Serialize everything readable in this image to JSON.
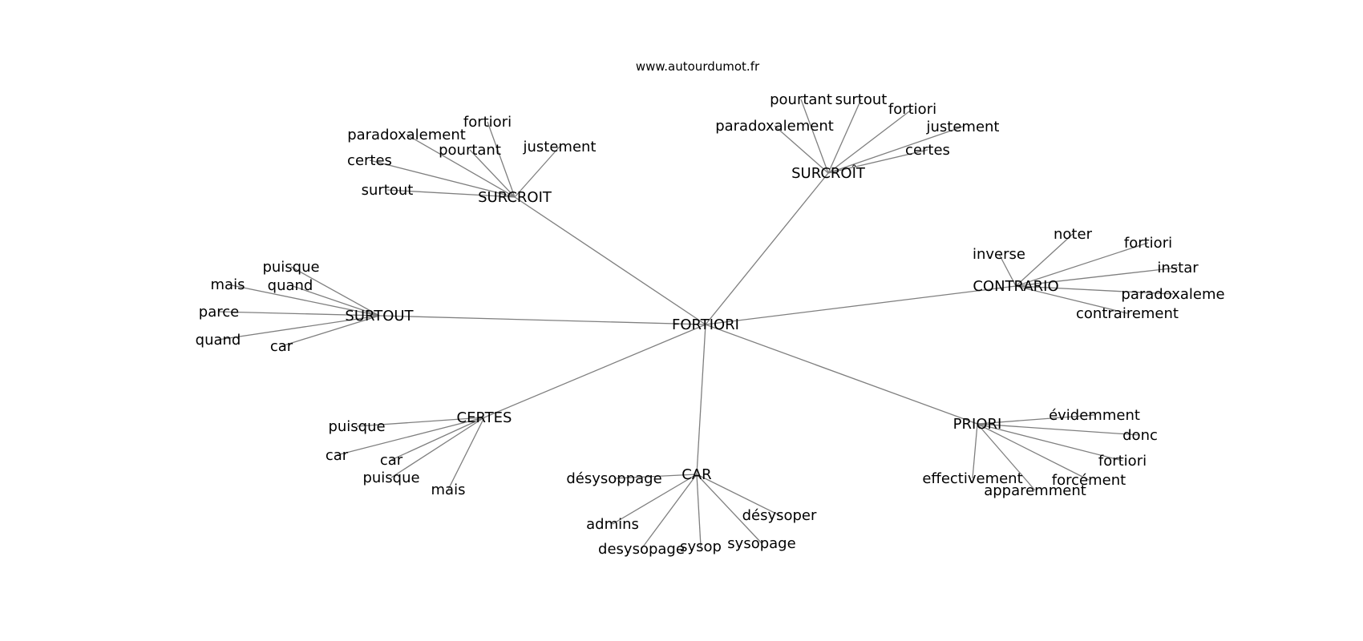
{
  "site": "www.autourdumot.fr",
  "edge_color": "#7f7f7f",
  "nodes": {
    "fortiori_c": "FORTIORI",
    "surcroit": "SURCROIT",
    "surcroit_acc": "SURCROÎT",
    "surtout_hub": "SURTOUT",
    "contrario": "CONTRARIO",
    "certes_hub": "CERTES",
    "car_hub": "CAR",
    "priori": "PRIORI",
    "s1_paradoxalement": "paradoxalement",
    "s1_fortiori": "fortiori",
    "s1_pourtant": "pourtant",
    "s1_justement": "justement",
    "s1_certes": "certes",
    "s1_surtout": "surtout",
    "s2_pourtant": "pourtant",
    "s2_surtout": "surtout",
    "s2_fortiori": "fortiori",
    "s2_paradoxalement": "paradoxalement",
    "s2_justement": "justement",
    "s2_certes": "certes",
    "st_puisque": "puisque",
    "st_mais": "mais",
    "st_quand1": "quand",
    "st_parce": "parce",
    "st_quand2": "quand",
    "st_car": "car",
    "co_noter": "noter",
    "co_inverse": "inverse",
    "co_fortiori": "fortiori",
    "co_instar": "instar",
    "co_paradoxaleme": "paradoxaleme",
    "co_contrairement": "contrairement",
    "ce_puisque1": "puisque",
    "ce_car1": "car",
    "ce_car2": "car",
    "ce_puisque2": "puisque",
    "ce_mais": "mais",
    "ca_desysoppage": "désysoppage",
    "ca_desysoper": "désysoper",
    "ca_admins": "admins",
    "ca_desysopage": "desysopage",
    "ca_sysop": "sysop",
    "ca_sysopage": "sysopage",
    "pr_evidemment": "évidemment",
    "pr_donc": "donc",
    "pr_fortiori": "fortiori",
    "pr_effectivement": "effectivement",
    "pr_forcement": "forcément",
    "pr_apparemment": "apparemment"
  },
  "edges": [
    [
      "fortiori_c",
      "surcroit"
    ],
    [
      "fortiori_c",
      "surcroit_acc"
    ],
    [
      "fortiori_c",
      "surtout_hub"
    ],
    [
      "fortiori_c",
      "contrario"
    ],
    [
      "fortiori_c",
      "certes_hub"
    ],
    [
      "fortiori_c",
      "car_hub"
    ],
    [
      "fortiori_c",
      "priori"
    ],
    [
      "surcroit",
      "s1_paradoxalement"
    ],
    [
      "surcroit",
      "s1_fortiori"
    ],
    [
      "surcroit",
      "s1_pourtant"
    ],
    [
      "surcroit",
      "s1_justement"
    ],
    [
      "surcroit",
      "s1_certes"
    ],
    [
      "surcroit",
      "s1_surtout"
    ],
    [
      "surcroit_acc",
      "s2_pourtant"
    ],
    [
      "surcroit_acc",
      "s2_surtout"
    ],
    [
      "surcroit_acc",
      "s2_fortiori"
    ],
    [
      "surcroit_acc",
      "s2_paradoxalement"
    ],
    [
      "surcroit_acc",
      "s2_justement"
    ],
    [
      "surcroit_acc",
      "s2_certes"
    ],
    [
      "surtout_hub",
      "st_puisque"
    ],
    [
      "surtout_hub",
      "st_mais"
    ],
    [
      "surtout_hub",
      "st_quand1"
    ],
    [
      "surtout_hub",
      "st_parce"
    ],
    [
      "surtout_hub",
      "st_quand2"
    ],
    [
      "surtout_hub",
      "st_car"
    ],
    [
      "contrario",
      "co_noter"
    ],
    [
      "contrario",
      "co_inverse"
    ],
    [
      "contrario",
      "co_fortiori"
    ],
    [
      "contrario",
      "co_instar"
    ],
    [
      "contrario",
      "co_paradoxaleme"
    ],
    [
      "contrario",
      "co_contrairement"
    ],
    [
      "certes_hub",
      "ce_puisque1"
    ],
    [
      "certes_hub",
      "ce_car1"
    ],
    [
      "certes_hub",
      "ce_car2"
    ],
    [
      "certes_hub",
      "ce_puisque2"
    ],
    [
      "certes_hub",
      "ce_mais"
    ],
    [
      "car_hub",
      "ca_desysoppage"
    ],
    [
      "car_hub",
      "ca_desysoper"
    ],
    [
      "car_hub",
      "ca_admins"
    ],
    [
      "car_hub",
      "ca_desysopage"
    ],
    [
      "car_hub",
      "ca_sysop"
    ],
    [
      "car_hub",
      "ca_sysopage"
    ],
    [
      "priori",
      "pr_evidemment"
    ],
    [
      "priori",
      "pr_donc"
    ],
    [
      "priori",
      "pr_fortiori"
    ],
    [
      "priori",
      "pr_effectivement"
    ],
    [
      "priori",
      "pr_forcement"
    ],
    [
      "priori",
      "pr_apparemment"
    ]
  ]
}
